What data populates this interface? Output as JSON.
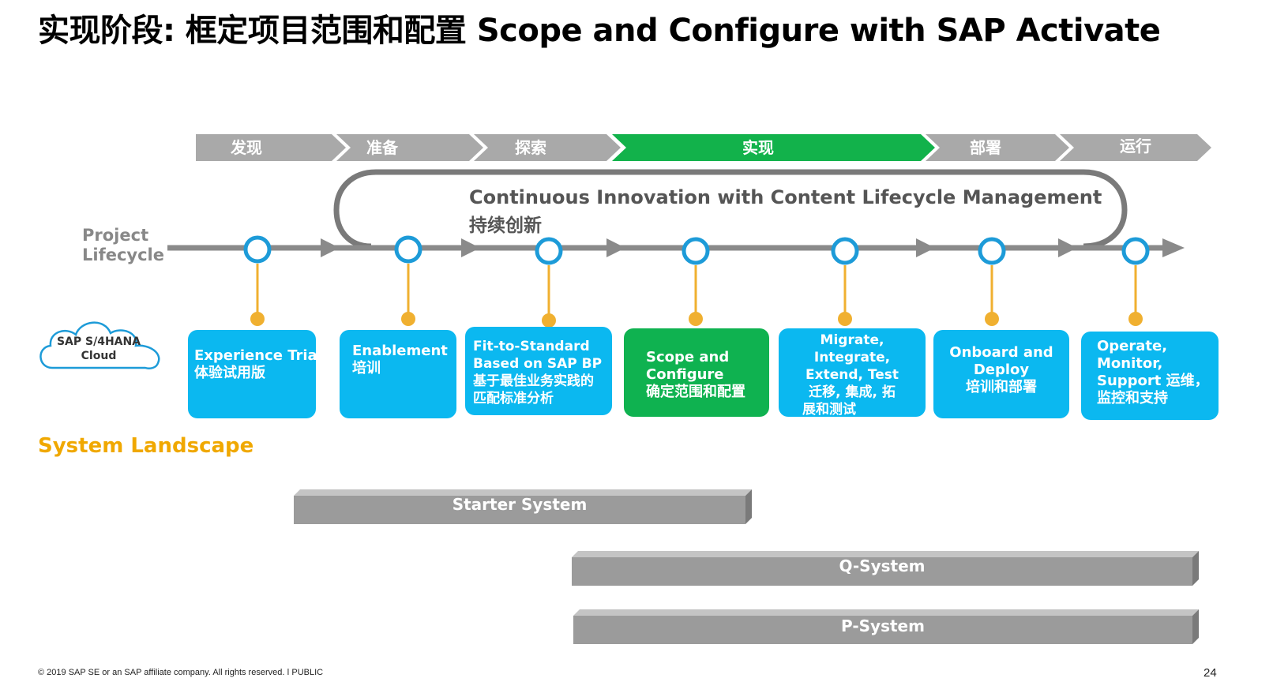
{
  "title": "实现阶段: 框定项目范围和配置 Scope and Configure with SAP Activate",
  "phases": [
    {
      "label": "发现",
      "active": false
    },
    {
      "label": "准备",
      "active": false
    },
    {
      "label": "探索",
      "active": false
    },
    {
      "label": "实现",
      "active": true
    },
    {
      "label": "部署",
      "active": false
    },
    {
      "label": "运行",
      "active": false
    }
  ],
  "continuous_innovation": {
    "title": "Continuous Innovation with Content Lifecycle Management",
    "subtitle": "持续创新"
  },
  "project_lifecycle_label": [
    "Project",
    "Lifecycle"
  ],
  "cloud_label": [
    "SAP S/4HANA",
    "Cloud"
  ],
  "steps": [
    {
      "lines": [
        "Experience Trial",
        "体验试用版"
      ],
      "highlight": false
    },
    {
      "lines": [
        "Enablement",
        "培训"
      ],
      "highlight": false
    },
    {
      "lines": [
        "Fit-to-Standard",
        " Based on SAP BP",
        " 基于最佳业务实践的",
        " 匹配标准分析"
      ],
      "highlight": false
    },
    {
      "lines": [
        "Scope and",
        " Configure",
        " 确定范围和配置"
      ],
      "highlight": true
    },
    {
      "lines": [
        "Migrate,",
        "Integrate,",
        "Extend, Test",
        "迁移, 集成, 拓",
        "展和测试"
      ],
      "highlight": false
    },
    {
      "lines": [
        "Onboard and",
        "Deploy",
        "培训和部署"
      ],
      "highlight": false
    },
    {
      "lines": [
        "Operate,",
        "Monitor,",
        " Support 运维，",
        " 监控和支持"
      ],
      "highlight": false
    }
  ],
  "system_landscape": {
    "label": "System Landscape",
    "systems": [
      "Starter System",
      "Q-System",
      "P-System"
    ]
  },
  "footer": {
    "copyright": "© 2019 SAP SE or an SAP affiliate company. All rights reserved.  ǀ  PUBLIC",
    "page_number": "24"
  },
  "colors": {
    "phase_gray": "#a9a9a9",
    "phase_active": "#12b24b",
    "step_blue": "#0bb8f0",
    "step_green": "#0fb250",
    "node_ring": "#1d9bd8",
    "connector": "#f0b030",
    "landscape_label": "#f0a800",
    "system_bar": "#9b9b9b"
  }
}
